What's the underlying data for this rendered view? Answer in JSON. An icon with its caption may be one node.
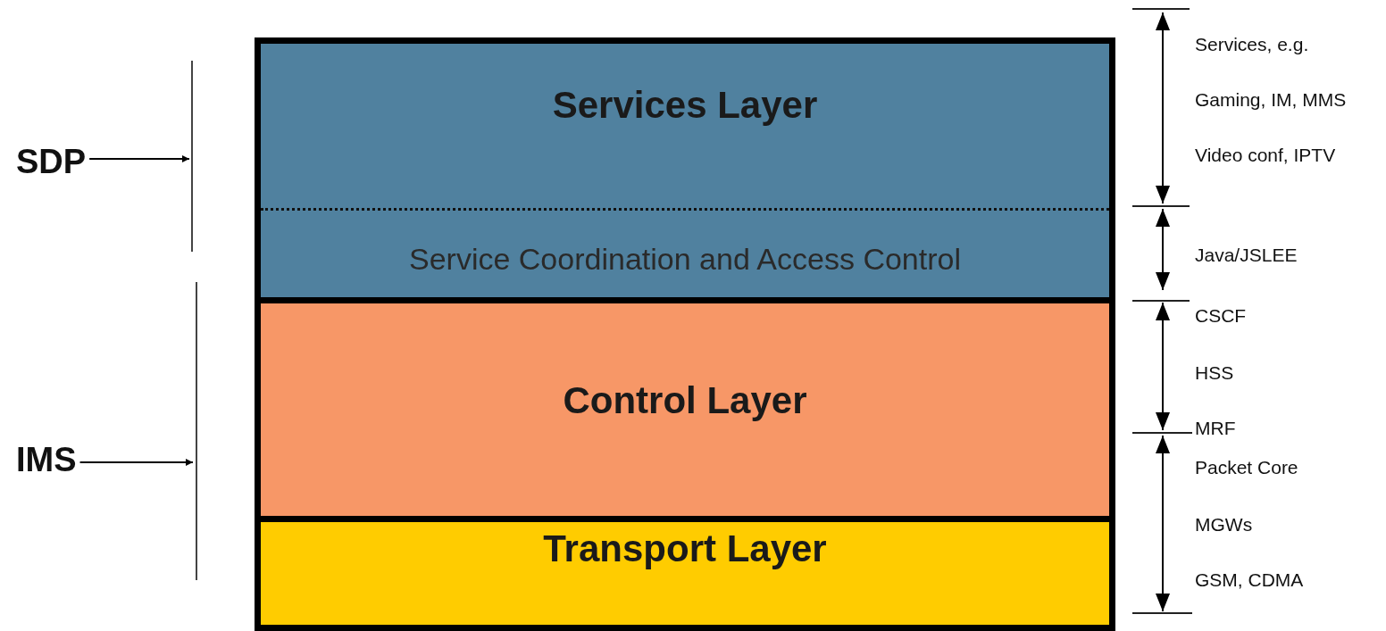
{
  "diagram": {
    "nodes": [
      {
        "text": [
          "Services Layer",
          "Service Coordination and Access Control"
        ]
      },
      {
        "text": [
          "Control Layer"
        ]
      },
      {
        "text": [
          "Transport Layer"
        ]
      },
      {
        "text": [
          "SDP"
        ]
      },
      {
        "text": [
          "IMS"
        ]
      }
    ],
    "edges": [
      {
        "from": 3,
        "to": null,
        "arrow": "to"
      },
      {
        "from": 4,
        "to": null,
        "arrow": "to"
      }
    ],
    "labels": [
      "Services, e.g.",
      "Gaming, IM, MMS",
      "Video conf, IPTV",
      "Java/JSLEE",
      "CSCF",
      "HSS",
      "MRF",
      "Packet Core",
      "MGWs",
      "GSM, CDMA"
    ]
  }
}
